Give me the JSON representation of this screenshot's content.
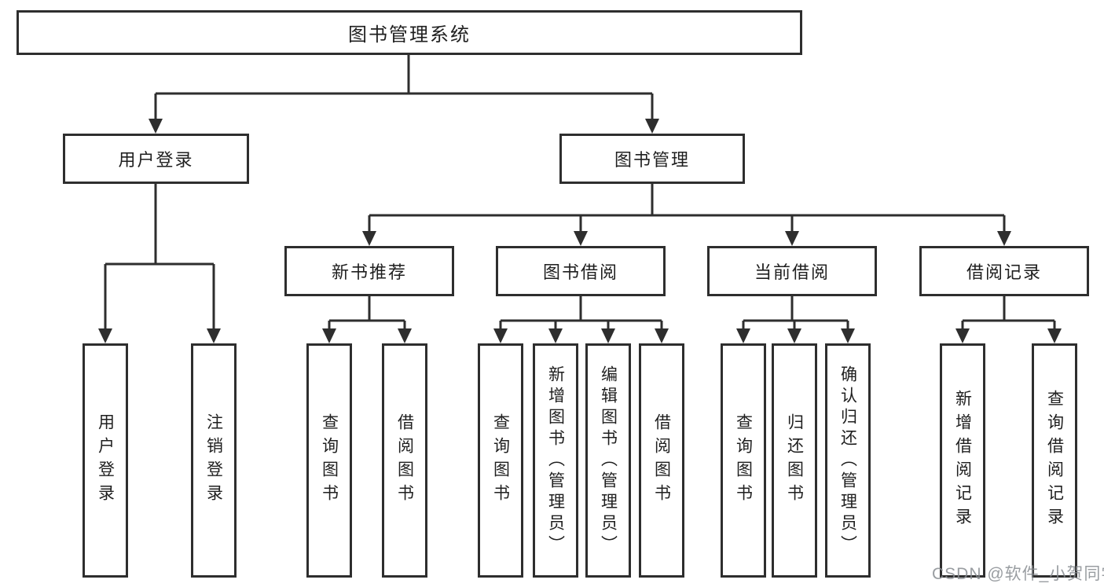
{
  "style": {
    "line_color": "#2e2e2e",
    "box_border_color": "#2e2e2e",
    "text_color": "#1f1f1f",
    "watermark_color": "#878c91",
    "background": "#ffffff"
  },
  "watermark": "CSDN @软件_小贺同学",
  "tree": {
    "root": {
      "label": "图书管理系统",
      "children": [
        {
          "label": "用户登录",
          "children": [
            {
              "label": "用户登录"
            },
            {
              "label": "注销登录"
            }
          ]
        },
        {
          "label": "图书管理",
          "children": [
            {
              "label": "新书推荐",
              "children": [
                {
                  "label": "查询图书"
                },
                {
                  "label": "借阅图书"
                }
              ]
            },
            {
              "label": "图书借阅",
              "children": [
                {
                  "label": "查询图书"
                },
                {
                  "label": "新增图书（管理员）"
                },
                {
                  "label": "编辑图书（管理员）"
                },
                {
                  "label": "借阅图书"
                }
              ]
            },
            {
              "label": "当前借阅",
              "children": [
                {
                  "label": "查询图书"
                },
                {
                  "label": "归还图书"
                },
                {
                  "label": "确认归还（管理员）"
                }
              ]
            },
            {
              "label": "借阅记录",
              "children": [
                {
                  "label": "新增借阅记录"
                },
                {
                  "label": "查询借阅记录"
                }
              ]
            }
          ]
        }
      ]
    }
  }
}
